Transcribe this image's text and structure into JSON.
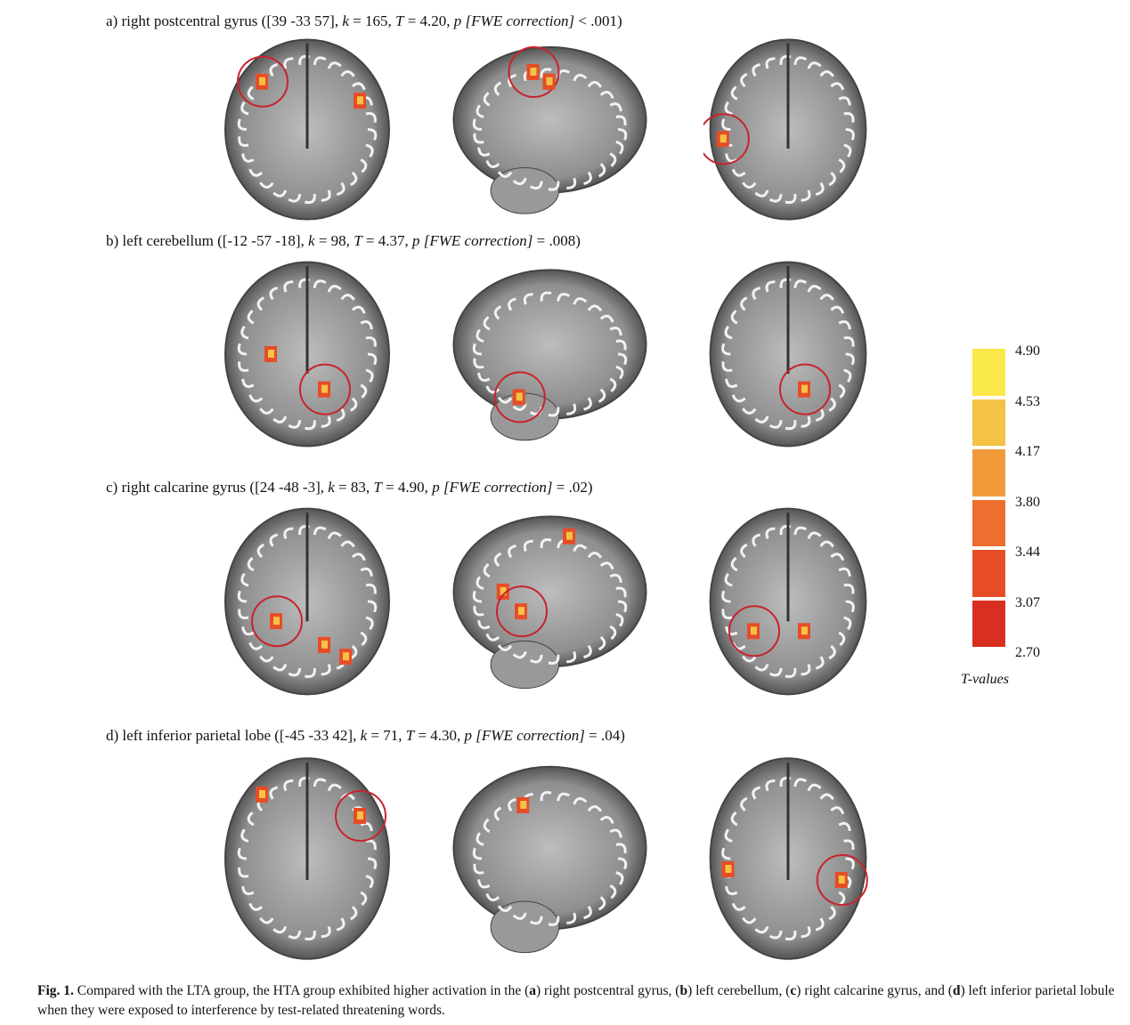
{
  "panels": [
    {
      "prefix": "a)  right postcentral gyrus  ([39 -33 57], ",
      "k": "k",
      "k_val": " = 165, ",
      "T": "T",
      "T_val": " = 4.20, ",
      "p": "p",
      "fwe": " [FWE correction]",
      "p_val": " < .001)"
    },
    {
      "prefix": "b)  left cerebellum ([-12 -57 -18], ",
      "k": "k",
      "k_val": " = 98, ",
      "T": "T",
      "T_val": " = 4.37, ",
      "p": "p",
      "fwe": " [FWE correction]",
      "p_val": " = .008)"
    },
    {
      "prefix": "c)  right calcarine gyrus ([24 -48 -3], ",
      "k": "k",
      "k_val": " = 83, ",
      "T": "T",
      "T_val": " = 4.90, ",
      "p": "p",
      "fwe": " [FWE correction]",
      "p_val": " = .02)"
    },
    {
      "prefix": "d)  left inferior parietal lobe ([-45 -33 42], ",
      "k": "k",
      "k_val": " = 71, ",
      "T": "T",
      "T_val": " = 4.30, ",
      "p": "p",
      "fwe": " [FWE correction]",
      "p_val": " = .04)"
    }
  ],
  "colorbar": {
    "labels": [
      "4.90",
      "4.53",
      "4.17",
      "3.80",
      "3.44",
      "3.07",
      "2.70"
    ],
    "colors": [
      "#fbe84a",
      "#f4c244",
      "#f09a3a",
      "#ec6f2f",
      "#e64d27",
      "#d92e22"
    ],
    "title": "T-values"
  },
  "caption": {
    "label": "Fig. 1.",
    "parts": [
      " Compared with the LTA group, the HTA group exhibited higher activation in the (",
      "a",
      ") right postcentral gyrus, (",
      "b",
      ") left cerebellum, (",
      "c",
      ") right calcarine gyrus, and (",
      "d",
      ") left inferior parietal lobule when they were exposed to interference by test-related threatening words."
    ]
  }
}
